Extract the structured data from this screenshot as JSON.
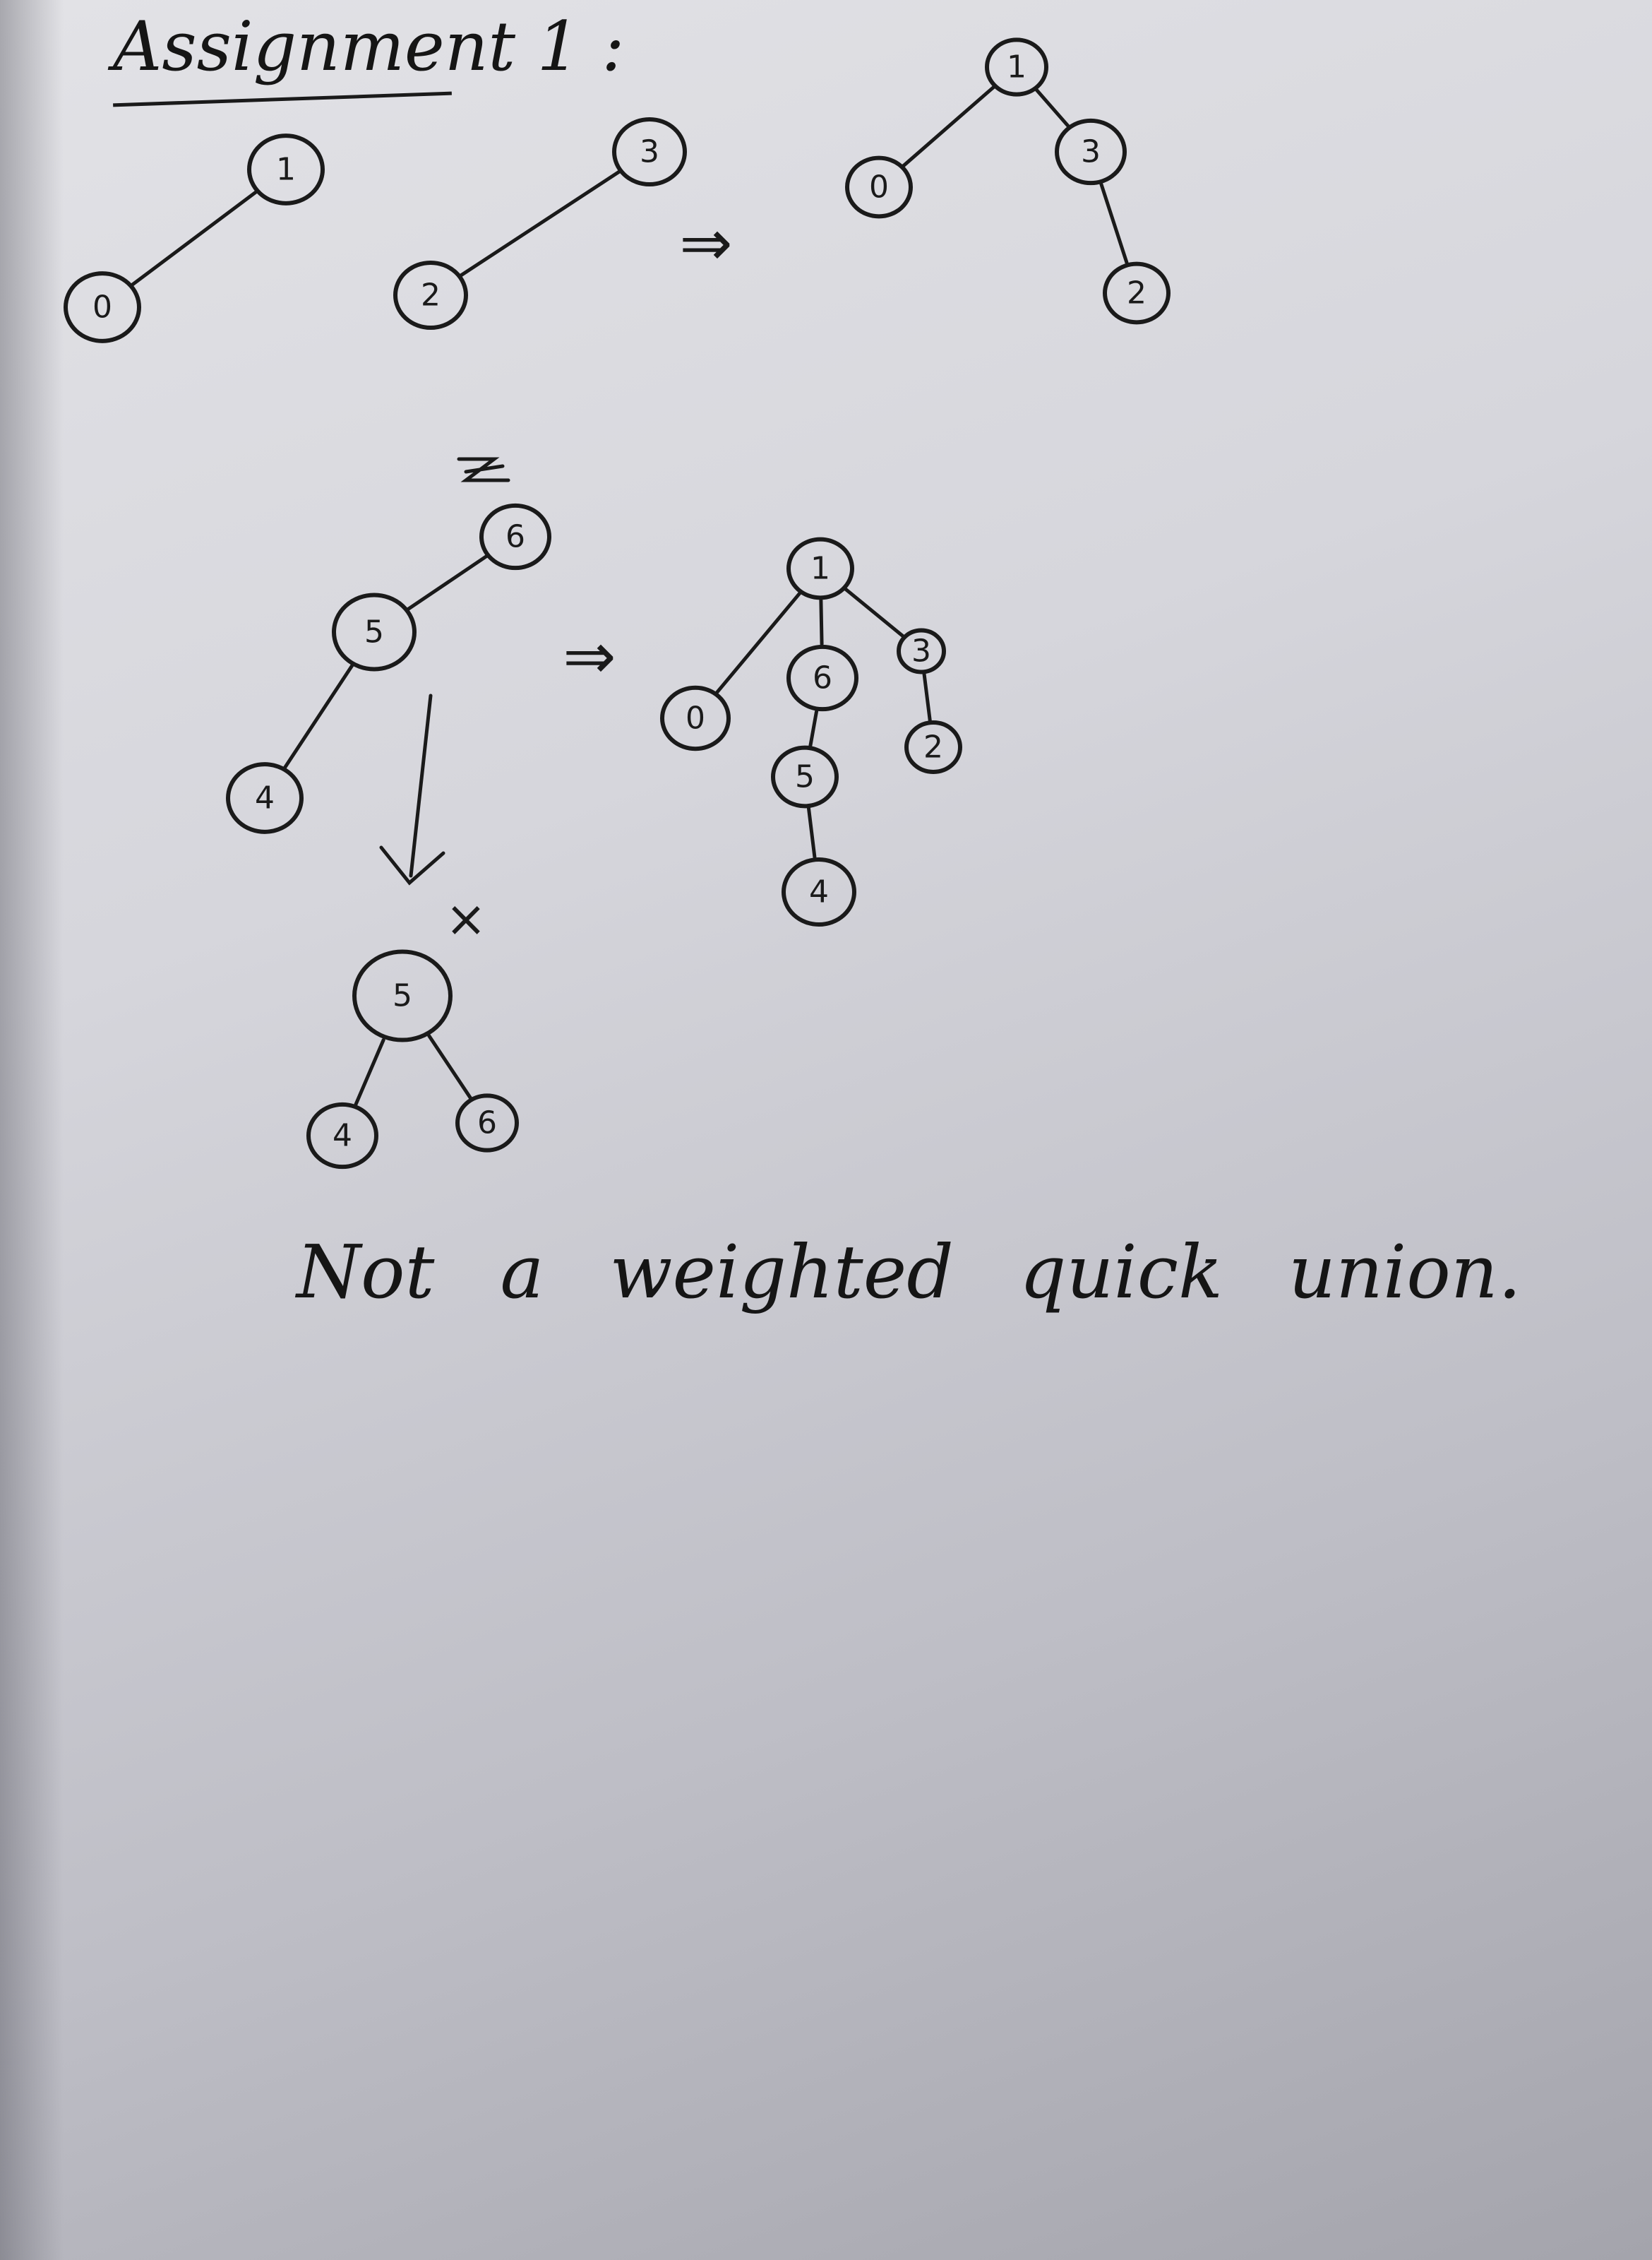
{
  "title": "Assignment 1 :",
  "caption": "Not a weighted quick union.",
  "arrows": [
    "⇒",
    "⇒"
  ],
  "cross_mark": "×",
  "diagrams": [
    {
      "id": "tree-0-1",
      "nodes": [
        "0",
        "1"
      ],
      "edges": [
        [
          "0",
          "1"
        ]
      ]
    },
    {
      "id": "tree-2-3",
      "nodes": [
        "2",
        "3"
      ],
      "edges": [
        [
          "2",
          "3"
        ]
      ]
    },
    {
      "id": "tree-union-1",
      "nodes": [
        "1",
        "0",
        "3",
        "2"
      ],
      "edges": [
        [
          "1",
          "0"
        ],
        [
          "1",
          "3"
        ],
        [
          "3",
          "2"
        ]
      ]
    },
    {
      "id": "tree-4-5-6",
      "nodes": [
        "6",
        "5",
        "4"
      ],
      "edges": [
        [
          "6",
          "5"
        ],
        [
          "5",
          "4"
        ]
      ]
    },
    {
      "id": "tree-union-2",
      "nodes": [
        "1",
        "0",
        "6",
        "3",
        "5",
        "2",
        "4"
      ],
      "edges": [
        [
          "1",
          "0"
        ],
        [
          "1",
          "6"
        ],
        [
          "1",
          "3"
        ],
        [
          "6",
          "5"
        ],
        [
          "5",
          "4"
        ],
        [
          "3",
          "2"
        ]
      ]
    },
    {
      "id": "tree-crossed",
      "nodes": [
        "5",
        "4",
        "6"
      ],
      "edges": [
        [
          "5",
          "4"
        ],
        [
          "5",
          "6"
        ]
      ]
    }
  ]
}
